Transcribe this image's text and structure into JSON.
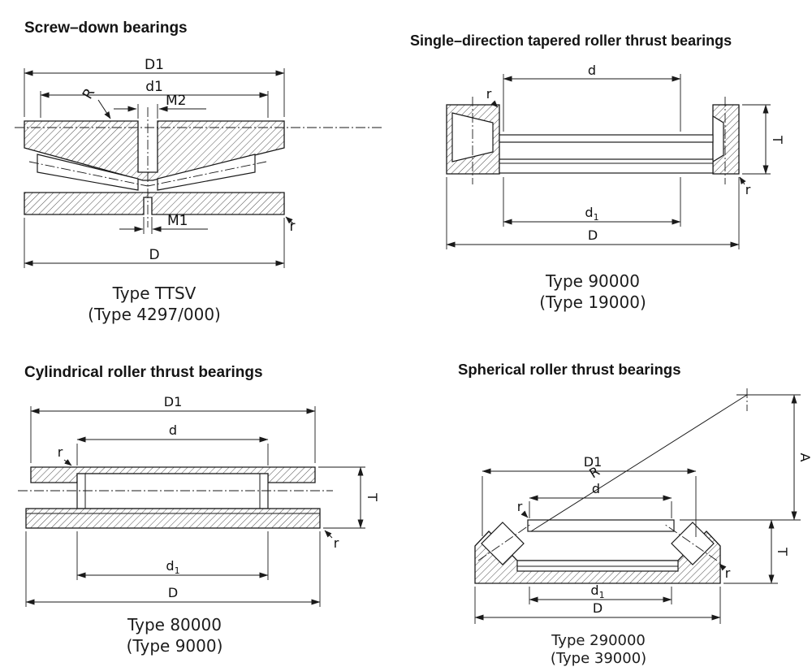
{
  "page": {
    "background": "#ffffff",
    "ink_color": "#1a1a1a"
  },
  "figures": {
    "screw_down": {
      "title": "Screw–down bearings",
      "caption": {
        "line1": "Type TTSV",
        "line2": "(Type 4297/000)"
      },
      "labels": {
        "D1": "D1",
        "d1": "d1",
        "R": "R",
        "M2": "M2",
        "M1": "M1",
        "r": "r",
        "D": "D"
      }
    },
    "tapered": {
      "title": "Single–direction tapered roller thrust bearings",
      "caption": {
        "line1": "Type 90000",
        "line2": "(Type 19000)"
      },
      "labels": {
        "d": "d",
        "r_top": "r",
        "T": "T",
        "r_side": "r",
        "d1_main": "d",
        "d1_sub": "1",
        "D": "D"
      }
    },
    "cylindrical": {
      "title": "Cylindrical roller thrust bearings",
      "caption": {
        "line1": "Type 80000",
        "line2": "(Type 9000)"
      },
      "labels": {
        "D1": "D1",
        "d": "d",
        "r_left": "r",
        "T": "T",
        "r_right": "r",
        "d1_main": "d",
        "d1_sub": "1",
        "D": "D"
      }
    },
    "spherical": {
      "title": "Spherical roller thrust bearings",
      "caption": {
        "line1": "Type 290000",
        "line2": "(Type 39000)"
      },
      "labels": {
        "R": "R",
        "D1": "D1",
        "d": "d",
        "A": "A",
        "r_left": "r",
        "T": "T",
        "r_right": "r",
        "d1_main": "d",
        "d1_sub": "1",
        "D": "D"
      }
    }
  }
}
